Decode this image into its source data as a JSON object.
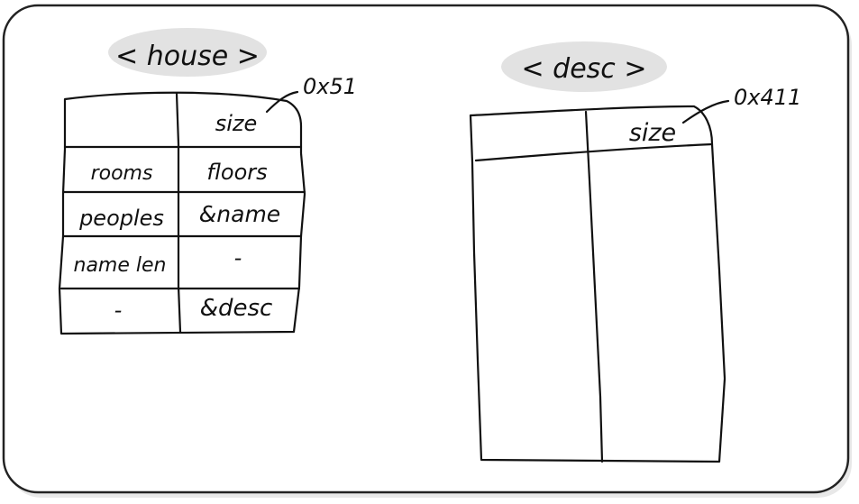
{
  "house": {
    "title": "< house >",
    "annotation": "0x51",
    "cells": [
      [
        "",
        "size"
      ],
      [
        "rooms",
        "floors"
      ],
      [
        "peoples",
        "&name"
      ],
      [
        "name len",
        "-"
      ],
      [
        "-",
        "&desc"
      ]
    ]
  },
  "desc": {
    "title": "< desc >",
    "annotation": "0x411",
    "header": [
      "",
      "size"
    ]
  }
}
